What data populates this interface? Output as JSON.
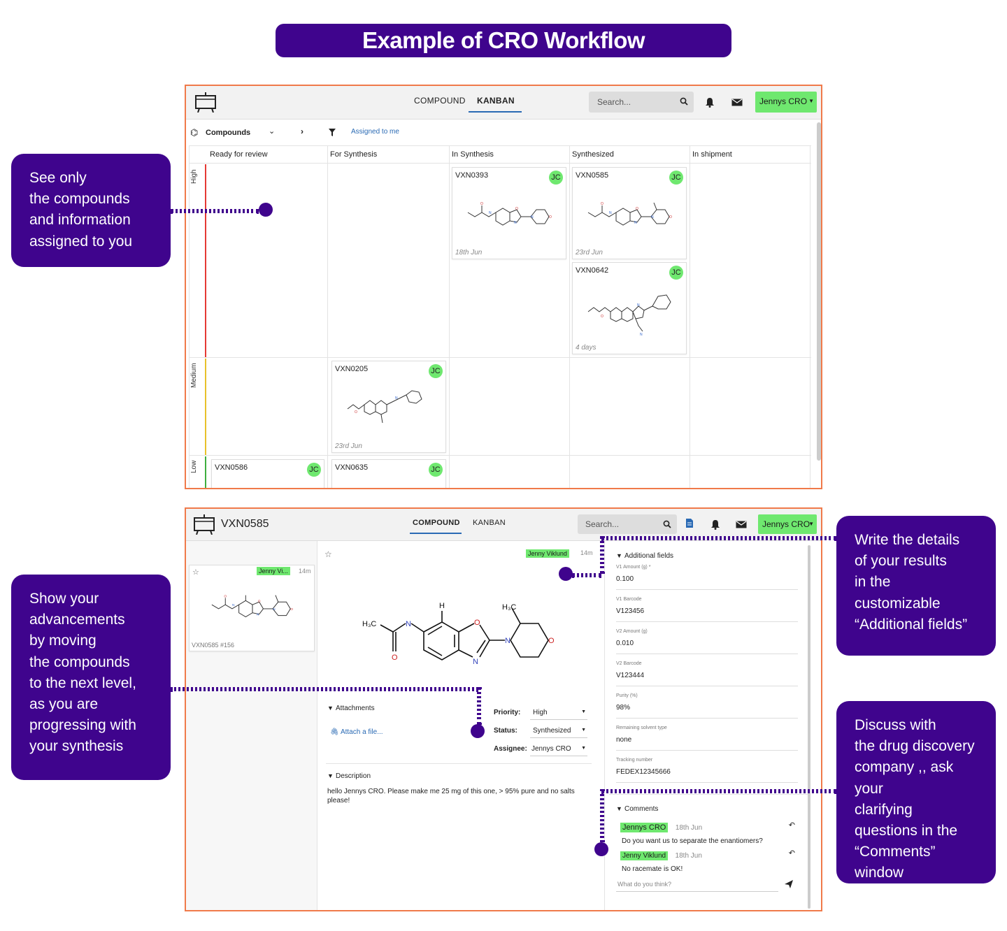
{
  "banner": {
    "title": "Example of CRO Workflow"
  },
  "callouts": {
    "c1": [
      "See only",
      "the compounds",
      "and information",
      "assigned to you"
    ],
    "c2": [
      "Show your",
      "advancements",
      "by moving",
      "the compounds",
      "to the next level,",
      "as you are",
      "progressing with",
      "your synthesis"
    ],
    "c3": [
      "Write the details",
      "of your results",
      "in the",
      "customizable",
      "“Additional fields”"
    ],
    "c4": [
      "Discuss with",
      "the drug discovery",
      "company ,, ask your",
      "clarifying",
      "questions in the",
      "“Comments”",
      "window"
    ]
  },
  "kanban": {
    "nav": {
      "tab1": "COMPOUND",
      "tab2": "KANBAN"
    },
    "search_placeholder": "Search...",
    "user": "Jennys CRO",
    "toolbar": {
      "selector": "Compounds",
      "filter": "Assigned to me"
    },
    "columns": [
      "Ready for review",
      "For Synthesis",
      "In Synthesis",
      "Synthesized",
      "In shipment"
    ],
    "priorities": [
      "High",
      "Medium",
      "Low"
    ],
    "cards": [
      {
        "id": "VXN0393",
        "badge": "JC",
        "date": "18th Jun"
      },
      {
        "id": "VXN0585",
        "badge": "JC",
        "date": "23rd Jun"
      },
      {
        "id": "VXN0642",
        "badge": "JC",
        "date": "4 days"
      },
      {
        "id": "VXN0205",
        "badge": "JC",
        "date": "23rd Jun"
      },
      {
        "id": "VXN0586",
        "badge": "JC"
      },
      {
        "id": "VXN0635",
        "badge": "JC"
      }
    ]
  },
  "detail": {
    "title": "VXN0585",
    "nav": {
      "tab1": "COMPOUND",
      "tab2": "KANBAN"
    },
    "search_placeholder": "Search...",
    "user": "Jennys CRO",
    "thumb": {
      "user": "Jenny Vi...",
      "time": "14m",
      "label": "VXN0585 #156"
    },
    "main": {
      "user": "Jenny Viklund",
      "time": "14m"
    },
    "molecule": {
      "h": "H",
      "h3c_top": "H₃C",
      "h3c_left": "H₃C",
      "n1": "N",
      "n2": "N",
      "n3": "N",
      "o1": "O",
      "o2": "O",
      "o3": "O"
    },
    "attachments": {
      "header": "Attachments",
      "link": "Attach a file..."
    },
    "fields": {
      "priority_label": "Priority:",
      "priority_value": "High",
      "status_label": "Status:",
      "status_value": "Synthesized",
      "assignee_label": "Assignee:",
      "assignee_value": "Jennys CRO"
    },
    "description": {
      "header": "Description",
      "text": "hello Jennys CRO. Please make me 25 mg of this one, > 95% pure and no salts please!"
    },
    "additional": {
      "header": "Additional fields",
      "items": [
        {
          "label": "V1 Amount (g) *",
          "value": "0.100"
        },
        {
          "label": "V1 Barcode",
          "value": "V123456"
        },
        {
          "label": "V2 Amount (g)",
          "value": "0.010"
        },
        {
          "label": "V2 Barcode",
          "value": "V123444"
        },
        {
          "label": "Purity (%)",
          "value": "98%"
        },
        {
          "label": "Remaining solvent type",
          "value": "none"
        },
        {
          "label": "Tracking number",
          "value": "FEDEX12345666"
        }
      ]
    },
    "comments": {
      "header": "Comments",
      "items": [
        {
          "user": "Jennys CRO",
          "date": "18th Jun",
          "text": "Do you want us to separate the enantiomers?"
        },
        {
          "user": "Jenny Viklund",
          "date": "18th Jun",
          "text": "No racemate is OK!"
        }
      ],
      "placeholder": "What do you think?"
    }
  }
}
